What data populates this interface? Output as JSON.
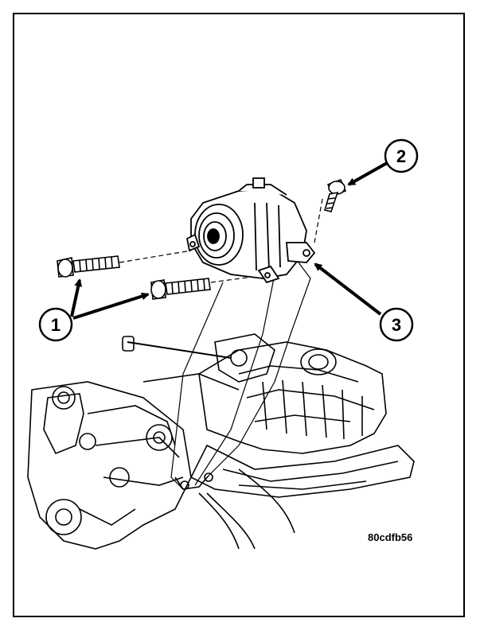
{
  "callouts": [
    {
      "id": "1",
      "label": "1"
    },
    {
      "id": "2",
      "label": "2"
    },
    {
      "id": "3",
      "label": "3"
    }
  ],
  "figure_code": "80cdfb56",
  "colors": {
    "line": "#000000",
    "background": "#ffffff"
  }
}
